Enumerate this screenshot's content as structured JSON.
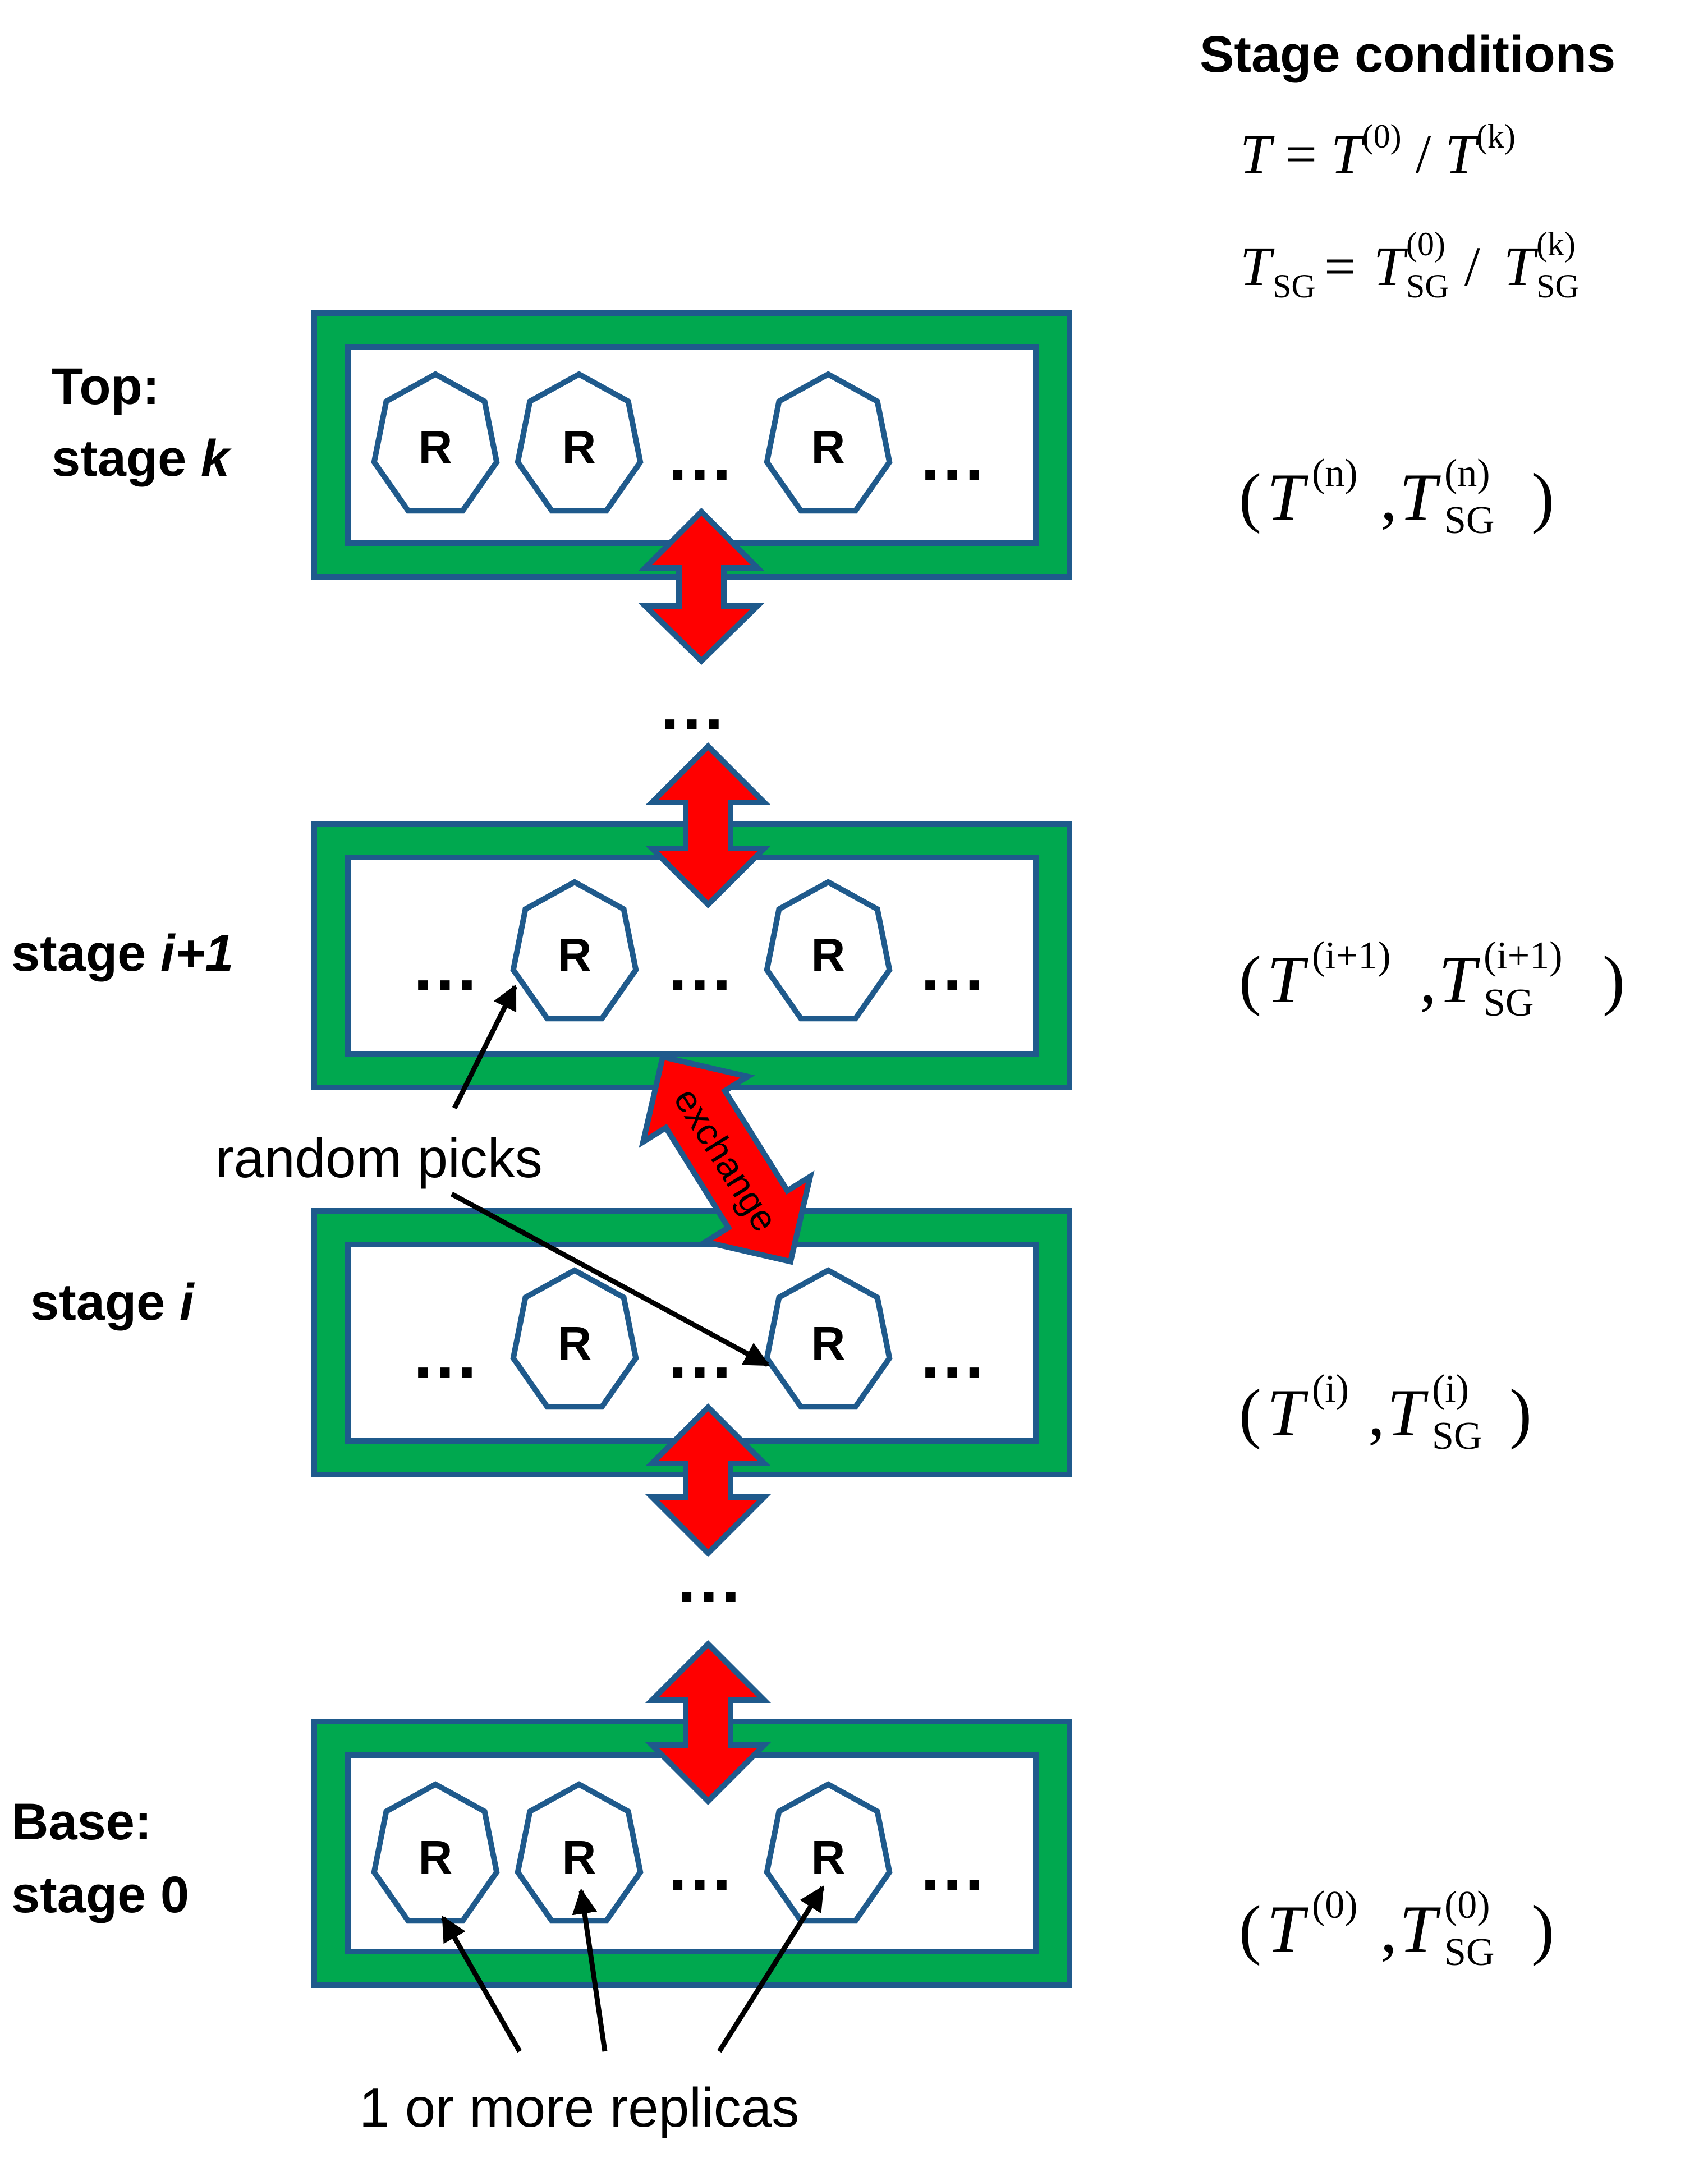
{
  "title": "Stage conditions",
  "formulas": {
    "t": {
      "lhs": "T",
      "eq": " = ",
      "a": "T",
      "a_sup": "(0)",
      "slash": " / ",
      "b": "T",
      "b_sup": "(k)"
    },
    "tsg": {
      "lhs": "T",
      "lhs_sub": "SG",
      "eq": " = ",
      "a": "T",
      "a_sup": "(0)",
      "a_sub": "SG",
      "slash": " / ",
      "b": "T",
      "b_sup": "(k)",
      "b_sub": "SG"
    }
  },
  "stage_labels": {
    "top_line1": "Top:",
    "top_line2_text": "stage ",
    "top_line2_var": "k",
    "upper_text": "stage ",
    "upper_var": "i+1",
    "mid_text": "stage ",
    "mid_var": "i",
    "base_line1": "Base:",
    "base_line2": "stage 0"
  },
  "conditions": {
    "top": {
      "open": "(",
      "t": "T",
      "t_sup": "(n)",
      "comma": ",",
      "tsg": "T",
      "tsg_sup": "(n)",
      "tsg_sub": "SG",
      "close": ")"
    },
    "upper": {
      "open": "(",
      "t": "T",
      "t_sup": "(i+1)",
      "comma": ",",
      "tsg": "T",
      "tsg_sup": "(i+1)",
      "tsg_sub": "SG",
      "close": ")"
    },
    "mid": {
      "open": "(",
      "t": "T",
      "t_sup": "(i)",
      "comma": ",",
      "tsg": "T",
      "tsg_sup": "(i)",
      "tsg_sub": "SG",
      "close": ")"
    },
    "base": {
      "open": "(",
      "t": "T",
      "t_sup": "(0)",
      "comma": ",",
      "tsg": "T",
      "tsg_sup": "(0)",
      "tsg_sub": "SG",
      "close": ")"
    }
  },
  "replica_label": "R",
  "ellipsis": "...",
  "exchange_label": "exchange",
  "random_picks_label": "random picks",
  "replicas_label": "1 or more replicas",
  "colors": {
    "frame_green": "#00a84f",
    "frame_blue": "#1f5a8c",
    "arrow_red": "#ff0000",
    "arrow_outline": "#1f5a8c",
    "heptagon_stroke": "#1f5a8c",
    "text": "#000000"
  }
}
